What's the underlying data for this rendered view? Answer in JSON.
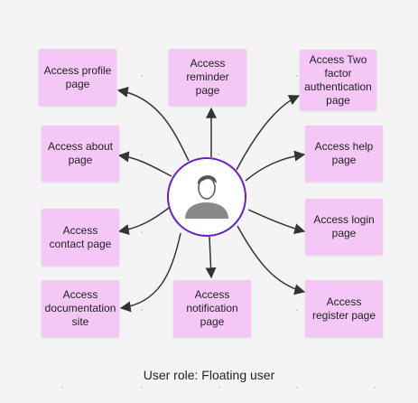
{
  "nodes": {
    "profile": "Access profile page",
    "reminder": "Access reminder page",
    "two_factor": "Access Two factor authentication page",
    "about": "Access about page",
    "help": "Access help page",
    "contact": "Access contact page",
    "login": "Access login page",
    "documentation": "Access documentation site",
    "notification": "Access notification page",
    "register": "Access register page"
  },
  "center": {
    "icon": "user-avatar-icon"
  },
  "caption": "User role: Floating user",
  "colors": {
    "box_fill": "#f4c7f7",
    "center_ring": "#6a1fc4",
    "arrow": "#333333",
    "avatar": "#888888",
    "background": "#f4f4f4"
  }
}
